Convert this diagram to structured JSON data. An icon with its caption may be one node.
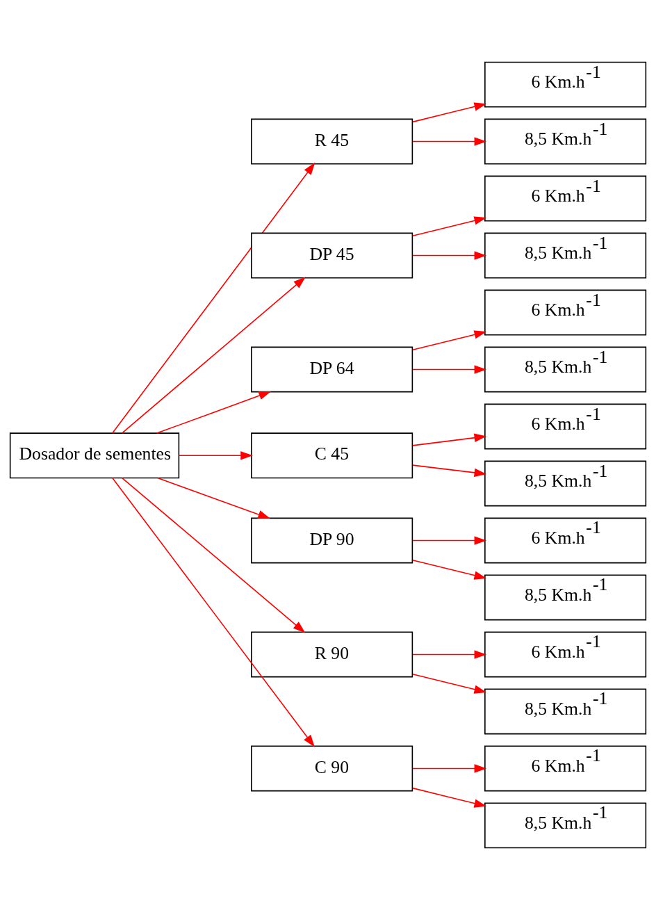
{
  "diagram": {
    "nodes": [
      {
        "text": [
          "Dosador de sementes"
        ]
      },
      {
        "text": [
          "R 45"
        ]
      },
      {
        "text": [
          "6 Km.h$^{-1}$"
        ]
      },
      {
        "text": [
          "8,5 Km.h$^{-1}$"
        ]
      },
      {
        "text": [
          "DP 45"
        ]
      },
      {
        "text": [
          "6 Km.h$^{-1}$"
        ]
      },
      {
        "text": [
          "8,5 Km.h$^{-1}$"
        ]
      },
      {
        "text": [
          "DP 64"
        ]
      },
      {
        "text": [
          "6 Km.h$^{-1}$"
        ]
      },
      {
        "text": [
          "8,5 Km.h$^{-1}$"
        ]
      },
      {
        "text": [
          "C 45"
        ]
      },
      {
        "text": [
          "6 Km.h$^{-1}$"
        ]
      },
      {
        "text": [
          "8,5 Km.h$^{-1}$"
        ]
      },
      {
        "text": [
          "DP 90"
        ]
      },
      {
        "text": [
          "6 Km.h$^{-1}$"
        ]
      },
      {
        "text": [
          "8,5 Km.h$^{-1}$"
        ]
      },
      {
        "text": [
          "R 90"
        ]
      },
      {
        "text": [
          "6 Km.h$^{-1}$"
        ]
      },
      {
        "text": [
          "8,5 Km.h$^{-1}$"
        ]
      },
      {
        "text": [
          "C 90"
        ]
      },
      {
        "text": [
          "6 Km.h$^{-1}$"
        ]
      },
      {
        "text": [
          "8,5 Km.h$^{-1}$"
        ]
      }
    ],
    "edges": [
      {
        "from": 0,
        "to": 1,
        "arrow": "to"
      },
      {
        "from": 0,
        "to": 4,
        "arrow": "to"
      },
      {
        "from": 0,
        "to": 7,
        "arrow": "to"
      },
      {
        "from": 0,
        "to": 10,
        "arrow": "to"
      },
      {
        "from": 0,
        "to": 13,
        "arrow": "to"
      },
      {
        "from": 0,
        "to": 16,
        "arrow": "to"
      },
      {
        "from": 0,
        "to": 19,
        "arrow": "to"
      },
      {
        "from": 1,
        "to": 2,
        "arrow": "to"
      },
      {
        "from": 1,
        "to": 3,
        "arrow": "to"
      },
      {
        "from": 4,
        "to": 5,
        "arrow": "to"
      },
      {
        "from": 4,
        "to": 6,
        "arrow": "to"
      },
      {
        "from": 7,
        "to": 8,
        "arrow": "to"
      },
      {
        "from": 7,
        "to": 9,
        "arrow": "to"
      },
      {
        "from": 10,
        "to": 11,
        "arrow": "to"
      },
      {
        "from": 10,
        "to": 12,
        "arrow": "to"
      },
      {
        "from": 13,
        "to": 14,
        "arrow": "to"
      },
      {
        "from": 13,
        "to": 15,
        "arrow": "to"
      },
      {
        "from": 16,
        "to": 17,
        "arrow": "to"
      },
      {
        "from": 16,
        "to": 18,
        "arrow": "to"
      },
      {
        "from": 19,
        "to": 20,
        "arrow": "to"
      },
      {
        "from": 19,
        "to": 21,
        "arrow": "to"
      }
    ]
  }
}
